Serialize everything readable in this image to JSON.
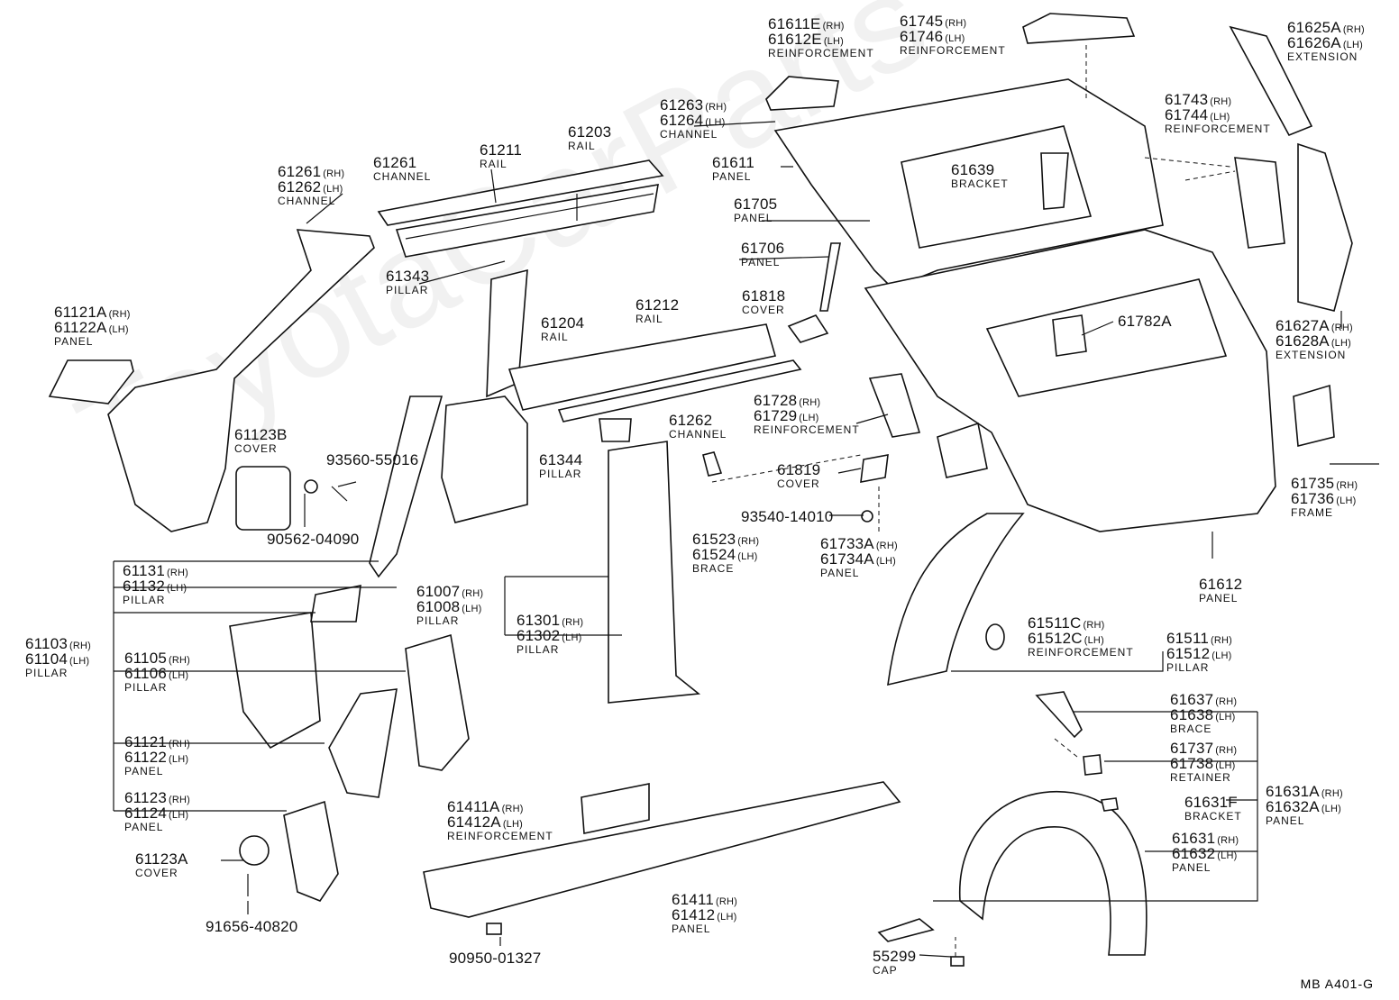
{
  "watermark": "ToyotaCarParts",
  "figure_code": "MB  A401-G",
  "labels": [
    {
      "id": "l-61611e",
      "lines": [
        {
          "n": "61611E",
          "s": "(RH)"
        },
        {
          "n": "61612E",
          "s": "(LH)"
        }
      ],
      "name": "REINFORCEMENT"
    },
    {
      "id": "l-61745",
      "lines": [
        {
          "n": "61745",
          "s": "(RH)"
        },
        {
          "n": "61746",
          "s": "(LH)"
        }
      ],
      "name": "REINFORCEMENT"
    },
    {
      "id": "l-61625a",
      "lines": [
        {
          "n": "61625A",
          "s": "(RH)"
        },
        {
          "n": "61626A",
          "s": "(LH)"
        }
      ],
      "name": "EXTENSION"
    },
    {
      "id": "l-61263",
      "lines": [
        {
          "n": "61263",
          "s": "(RH)"
        },
        {
          "n": "61264",
          "s": "(LH)"
        }
      ],
      "name": "CHANNEL"
    },
    {
      "id": "l-61743",
      "lines": [
        {
          "n": "61743",
          "s": "(RH)"
        },
        {
          "n": "61744",
          "s": "(LH)"
        }
      ],
      "name": "REINFORCEMENT"
    },
    {
      "id": "l-61211",
      "lines": [
        {
          "n": "61211",
          "s": ""
        }
      ],
      "name": "RAIL"
    },
    {
      "id": "l-61203",
      "lines": [
        {
          "n": "61203",
          "s": ""
        }
      ],
      "name": "RAIL"
    },
    {
      "id": "l-61261",
      "lines": [
        {
          "n": "61261",
          "s": ""
        }
      ],
      "name": "CHANNEL"
    },
    {
      "id": "l-61611",
      "lines": [
        {
          "n": "61611",
          "s": ""
        }
      ],
      "name": "PANEL"
    },
    {
      "id": "l-61639",
      "lines": [
        {
          "n": "61639",
          "s": ""
        }
      ],
      "name": "BRACKET"
    },
    {
      "id": "l-61261rh",
      "lines": [
        {
          "n": "61261",
          "s": "(RH)"
        },
        {
          "n": "61262",
          "s": "(LH)"
        }
      ],
      "name": "CHANNEL"
    },
    {
      "id": "l-61705",
      "lines": [
        {
          "n": "61705",
          "s": ""
        }
      ],
      "name": "PANEL"
    },
    {
      "id": "l-61706",
      "lines": [
        {
          "n": "61706",
          "s": ""
        }
      ],
      "name": "PANEL"
    },
    {
      "id": "l-61343",
      "lines": [
        {
          "n": "61343",
          "s": ""
        }
      ],
      "name": "PILLAR"
    },
    {
      "id": "l-61121a",
      "lines": [
        {
          "n": "61121A",
          "s": "(RH)"
        },
        {
          "n": "61122A",
          "s": "(LH)"
        }
      ],
      "name": "PANEL"
    },
    {
      "id": "l-61818",
      "lines": [
        {
          "n": "61818",
          "s": ""
        }
      ],
      "name": "COVER"
    },
    {
      "id": "l-61212",
      "lines": [
        {
          "n": "61212",
          "s": ""
        }
      ],
      "name": "RAIL"
    },
    {
      "id": "l-61204",
      "lines": [
        {
          "n": "61204",
          "s": ""
        }
      ],
      "name": "RAIL"
    },
    {
      "id": "l-61782a",
      "lines": [
        {
          "n": "61782A",
          "s": ""
        }
      ],
      "name": ""
    },
    {
      "id": "l-61627a",
      "lines": [
        {
          "n": "61627A",
          "s": "(RH)"
        },
        {
          "n": "61628A",
          "s": "(LH)"
        }
      ],
      "name": "EXTENSION"
    },
    {
      "id": "l-61728",
      "lines": [
        {
          "n": "61728",
          "s": "(RH)"
        },
        {
          "n": "61729",
          "s": "(LH)"
        }
      ],
      "name": "REINFORCEMENT"
    },
    {
      "id": "l-61262",
      "lines": [
        {
          "n": "61262",
          "s": ""
        }
      ],
      "name": "CHANNEL"
    },
    {
      "id": "l-61123b",
      "lines": [
        {
          "n": "61123B",
          "s": ""
        }
      ],
      "name": "COVER"
    },
    {
      "id": "l-93560",
      "lines": [
        {
          "n": "93560-55016",
          "s": ""
        }
      ],
      "name": ""
    },
    {
      "id": "l-61344",
      "lines": [
        {
          "n": "61344",
          "s": ""
        }
      ],
      "name": "PILLAR"
    },
    {
      "id": "l-61819",
      "lines": [
        {
          "n": "61819",
          "s": ""
        }
      ],
      "name": "COVER"
    },
    {
      "id": "l-61735",
      "lines": [
        {
          "n": "61735",
          "s": "(RH)"
        },
        {
          "n": "61736",
          "s": "(LH)"
        }
      ],
      "name": "FRAME"
    },
    {
      "id": "l-93540",
      "lines": [
        {
          "n": "93540-14010",
          "s": ""
        }
      ],
      "name": ""
    },
    {
      "id": "l-61523",
      "lines": [
        {
          "n": "61523",
          "s": "(RH)"
        },
        {
          "n": "61524",
          "s": "(LH)"
        }
      ],
      "name": "BRACE"
    },
    {
      "id": "l-90562",
      "lines": [
        {
          "n": "90562-04090",
          "s": ""
        }
      ],
      "name": ""
    },
    {
      "id": "l-61733a",
      "lines": [
        {
          "n": "61733A",
          "s": "(RH)"
        },
        {
          "n": "61734A",
          "s": "(LH)"
        }
      ],
      "name": "PANEL"
    },
    {
      "id": "l-61131",
      "lines": [
        {
          "n": "61131",
          "s": "(RH)"
        },
        {
          "n": "61132",
          "s": "(LH)"
        }
      ],
      "name": "PILLAR"
    },
    {
      "id": "l-61612",
      "lines": [
        {
          "n": "61612",
          "s": ""
        }
      ],
      "name": "PANEL"
    },
    {
      "id": "l-61007",
      "lines": [
        {
          "n": "61007",
          "s": "(RH)"
        },
        {
          "n": "61008",
          "s": "(LH)"
        }
      ],
      "name": "PILLAR"
    },
    {
      "id": "l-61301",
      "lines": [
        {
          "n": "61301",
          "s": "(RH)"
        },
        {
          "n": "61302",
          "s": "(LH)"
        }
      ],
      "name": "PILLAR"
    },
    {
      "id": "l-61511c",
      "lines": [
        {
          "n": "61511C",
          "s": "(RH)"
        },
        {
          "n": "61512C",
          "s": "(LH)"
        }
      ],
      "name": "REINFORCEMENT"
    },
    {
      "id": "l-61511",
      "lines": [
        {
          "n": "61511",
          "s": "(RH)"
        },
        {
          "n": "61512",
          "s": "(LH)"
        }
      ],
      "name": "PILLAR"
    },
    {
      "id": "l-61103",
      "lines": [
        {
          "n": "61103",
          "s": "(RH)"
        },
        {
          "n": "61104",
          "s": "(LH)"
        }
      ],
      "name": "PILLAR"
    },
    {
      "id": "l-61105",
      "lines": [
        {
          "n": "61105",
          "s": "(RH)"
        },
        {
          "n": "61106",
          "s": "(LH)"
        }
      ],
      "name": "PILLAR"
    },
    {
      "id": "l-61637",
      "lines": [
        {
          "n": "61637",
          "s": "(RH)"
        },
        {
          "n": "61638",
          "s": "(LH)"
        }
      ],
      "name": "BRACE"
    },
    {
      "id": "l-61737",
      "lines": [
        {
          "n": "61737",
          "s": "(RH)"
        },
        {
          "n": "61738",
          "s": "(LH)"
        }
      ],
      "name": "RETAINER"
    },
    {
      "id": "l-61121",
      "lines": [
        {
          "n": "61121",
          "s": "(RH)"
        },
        {
          "n": "61122",
          "s": "(LH)"
        }
      ],
      "name": "PANEL"
    },
    {
      "id": "l-61631a",
      "lines": [
        {
          "n": "61631A",
          "s": "(RH)"
        },
        {
          "n": "61632A",
          "s": "(LH)"
        }
      ],
      "name": "PANEL"
    },
    {
      "id": "l-61123",
      "lines": [
        {
          "n": "61123",
          "s": "(RH)"
        },
        {
          "n": "61124",
          "s": "(LH)"
        }
      ],
      "name": "PANEL"
    },
    {
      "id": "l-61631f",
      "lines": [
        {
          "n": "61631F",
          "s": ""
        }
      ],
      "name": "BRACKET"
    },
    {
      "id": "l-61411a",
      "lines": [
        {
          "n": "61411A",
          "s": "(RH)"
        },
        {
          "n": "61412A",
          "s": "(LH)"
        }
      ],
      "name": "REINFORCEMENT"
    },
    {
      "id": "l-61631",
      "lines": [
        {
          "n": "61631",
          "s": "(RH)"
        },
        {
          "n": "61632",
          "s": "(LH)"
        }
      ],
      "name": "PANEL"
    },
    {
      "id": "l-61123a",
      "lines": [
        {
          "n": "61123A",
          "s": ""
        }
      ],
      "name": "COVER"
    },
    {
      "id": "l-61411",
      "lines": [
        {
          "n": "61411",
          "s": "(RH)"
        },
        {
          "n": "61412",
          "s": "(LH)"
        }
      ],
      "name": "PANEL"
    },
    {
      "id": "l-91656",
      "lines": [
        {
          "n": "91656-40820",
          "s": ""
        }
      ],
      "name": ""
    },
    {
      "id": "l-90950",
      "lines": [
        {
          "n": "90950-01327",
          "s": ""
        }
      ],
      "name": ""
    },
    {
      "id": "l-55299",
      "lines": [
        {
          "n": "55299",
          "s": ""
        }
      ],
      "name": "CAP"
    }
  ]
}
